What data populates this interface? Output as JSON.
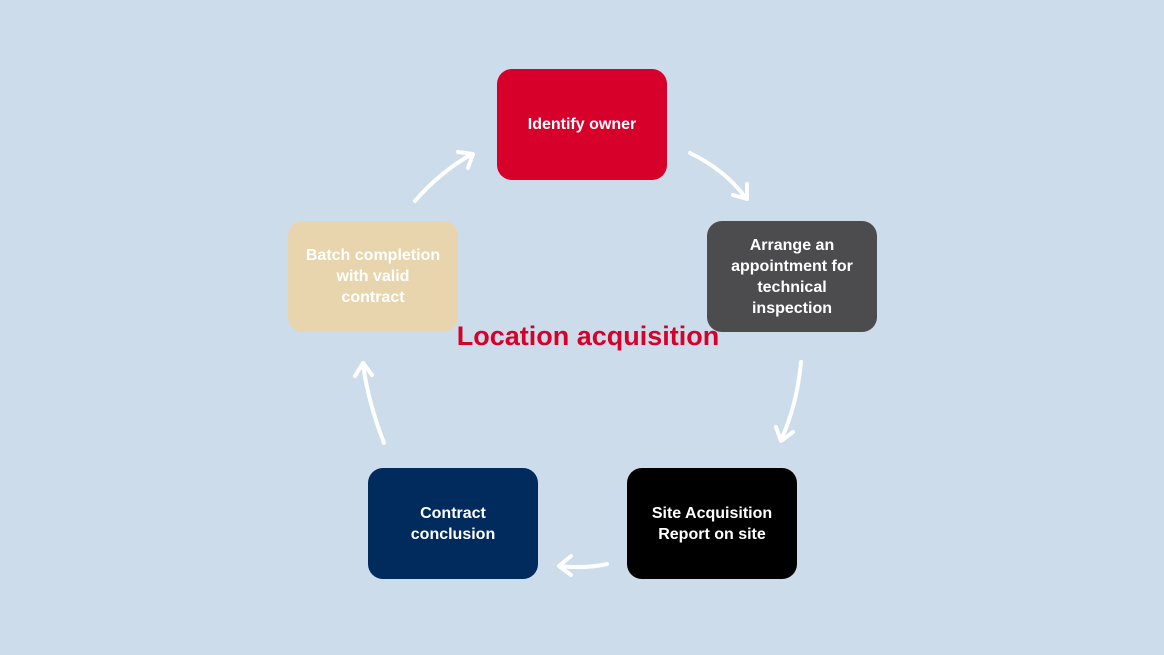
{
  "diagram": {
    "title": "Location acquisition",
    "steps": [
      {
        "label": "Identify owner",
        "bg": "#d6002b",
        "fg": "#ffffff"
      },
      {
        "label": "Arrange an\nappointment for\ntechnical\ninspection",
        "bg": "#4c4c4e",
        "fg": "#ffffff"
      },
      {
        "label": "Site Acquisition\nReport on site",
        "bg": "#000000",
        "fg": "#ffffff"
      },
      {
        "label": "Contract\nconclusion",
        "bg": "#002b5c",
        "fg": "#ffffff"
      },
      {
        "label": "Batch completion\nwith valid\ncontract",
        "bg": "#e8d5ad",
        "fg": "#ffffff"
      }
    ],
    "colors": {
      "background": "#ccdcea",
      "title": "#d6002b",
      "arrow": "#ffffff"
    }
  }
}
